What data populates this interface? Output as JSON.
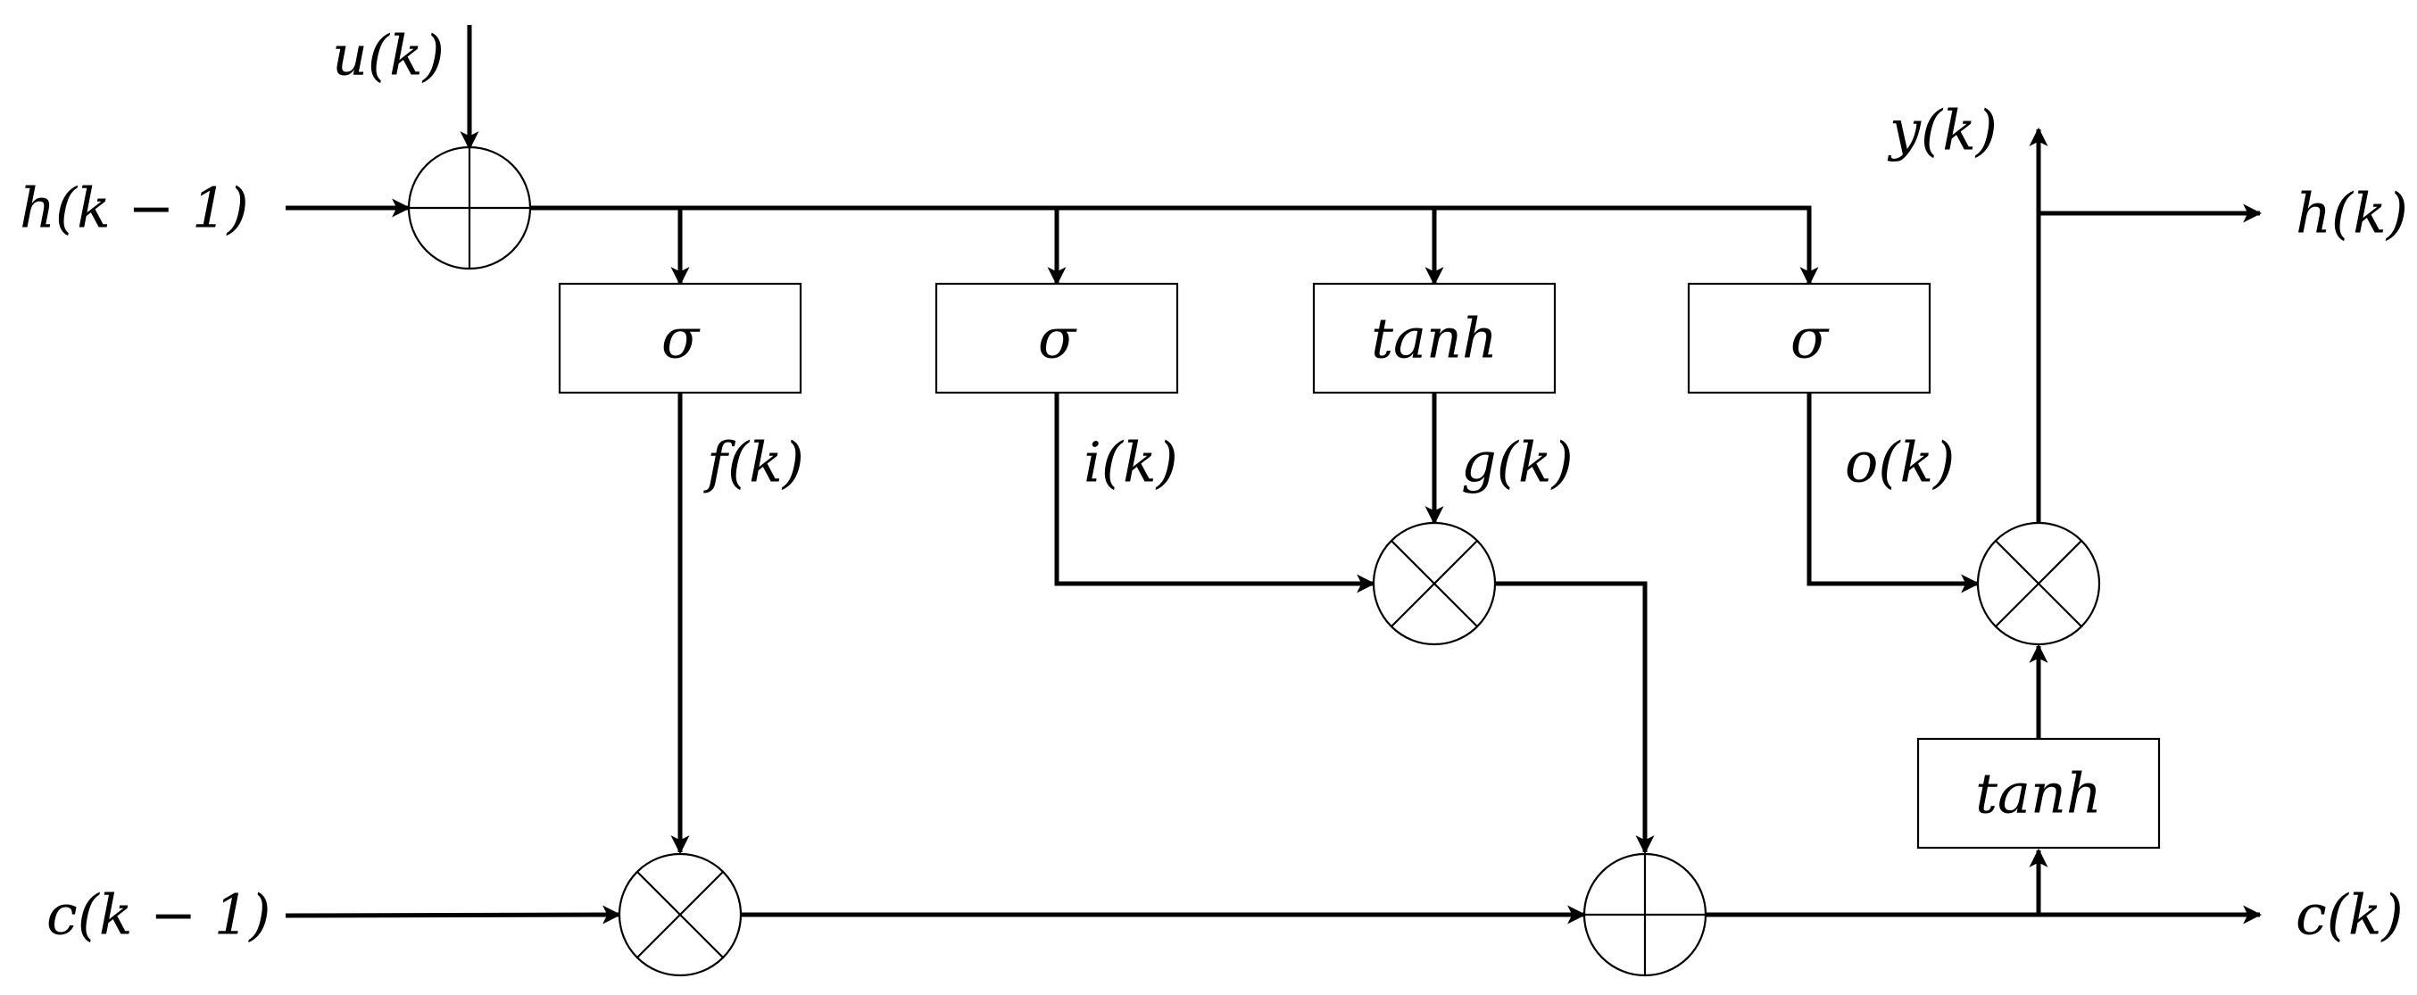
{
  "inputs": {
    "u": "u(k)",
    "h_prev": "h(k − 1)",
    "c_prev": "c(k − 1)"
  },
  "outputs": {
    "y": "y(k)",
    "h": "h(k)",
    "c": "c(k)"
  },
  "gates": {
    "forget": {
      "activation": "σ",
      "signal": "f(k)"
    },
    "input": {
      "activation": "σ",
      "signal": "i(k)"
    },
    "candidate": {
      "activation": "tanh",
      "signal": "g(k)"
    },
    "output": {
      "activation": "σ",
      "signal": "o(k)"
    }
  },
  "cell_activation": "tanh"
}
